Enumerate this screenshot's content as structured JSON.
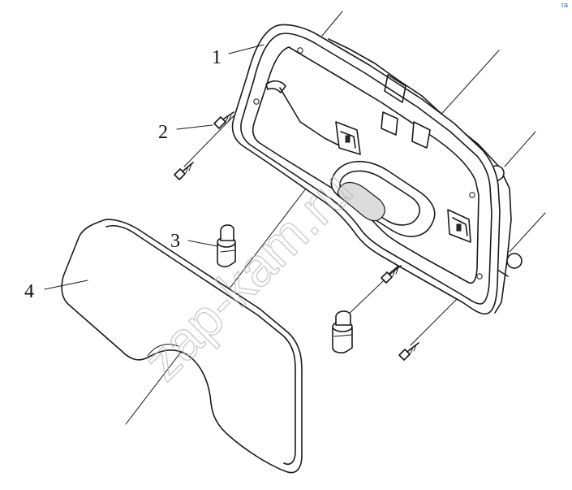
{
  "callouts": [
    {
      "label": "1"
    },
    {
      "label": "2"
    },
    {
      "label": "3"
    },
    {
      "label": "4"
    }
  ],
  "watermark": {
    "text": "zap-kam.ru",
    "color": "#b9b9b9"
  },
  "corner_mark": {
    "text": "ra",
    "color": "#2b6cd4"
  },
  "colors": {
    "line": "#1a1a1a",
    "background": "#ffffff"
  }
}
